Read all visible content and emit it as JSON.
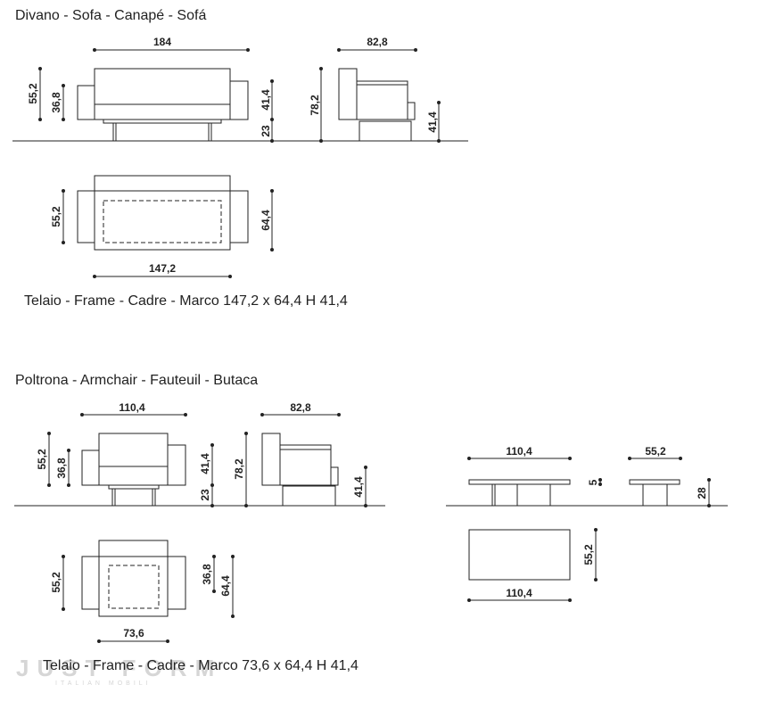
{
  "sofa": {
    "title": "Divano - Sofa - Canapé - Sofá",
    "frame_note": "Telaio - Frame - Cadre - Marco 147,2 x 64,4 H 41,4",
    "dims": {
      "width": "184",
      "height": "55,2",
      "seat_height": "36,8",
      "arm_height": "41,4",
      "leg_height": "23",
      "side_depth": "82,8",
      "side_height": "78,2",
      "side_arm_height": "41,4",
      "plan_depth": "55,2",
      "plan_frame_depth": "64,4",
      "plan_frame_width": "147,2"
    }
  },
  "armchair": {
    "title": "Poltrona - Armchair - Fauteuil - Butaca",
    "frame_note": "Telaio - Frame - Cadre - Marco 73,6 x 64,4 H 41,4",
    "dims": {
      "width": "110,4",
      "height": "55,2",
      "seat_height": "36,8",
      "arm_height": "41,4",
      "leg_height": "23",
      "side_depth": "82,8",
      "side_height": "78,2",
      "side_arm_height": "41,4",
      "plan_depth": "55,2",
      "plan_inner_depth": "36,8",
      "plan_frame_depth": "64,4",
      "plan_frame_width": "73,6"
    }
  },
  "table": {
    "dims": {
      "length": "110,4",
      "top_thickness": "5",
      "width": "55,2",
      "height": "28",
      "plan_width": "55,2",
      "plan_length": "110,4"
    }
  },
  "watermark": {
    "brand": "JUST FORM",
    "sub": "ITALIAN MOBILI"
  }
}
